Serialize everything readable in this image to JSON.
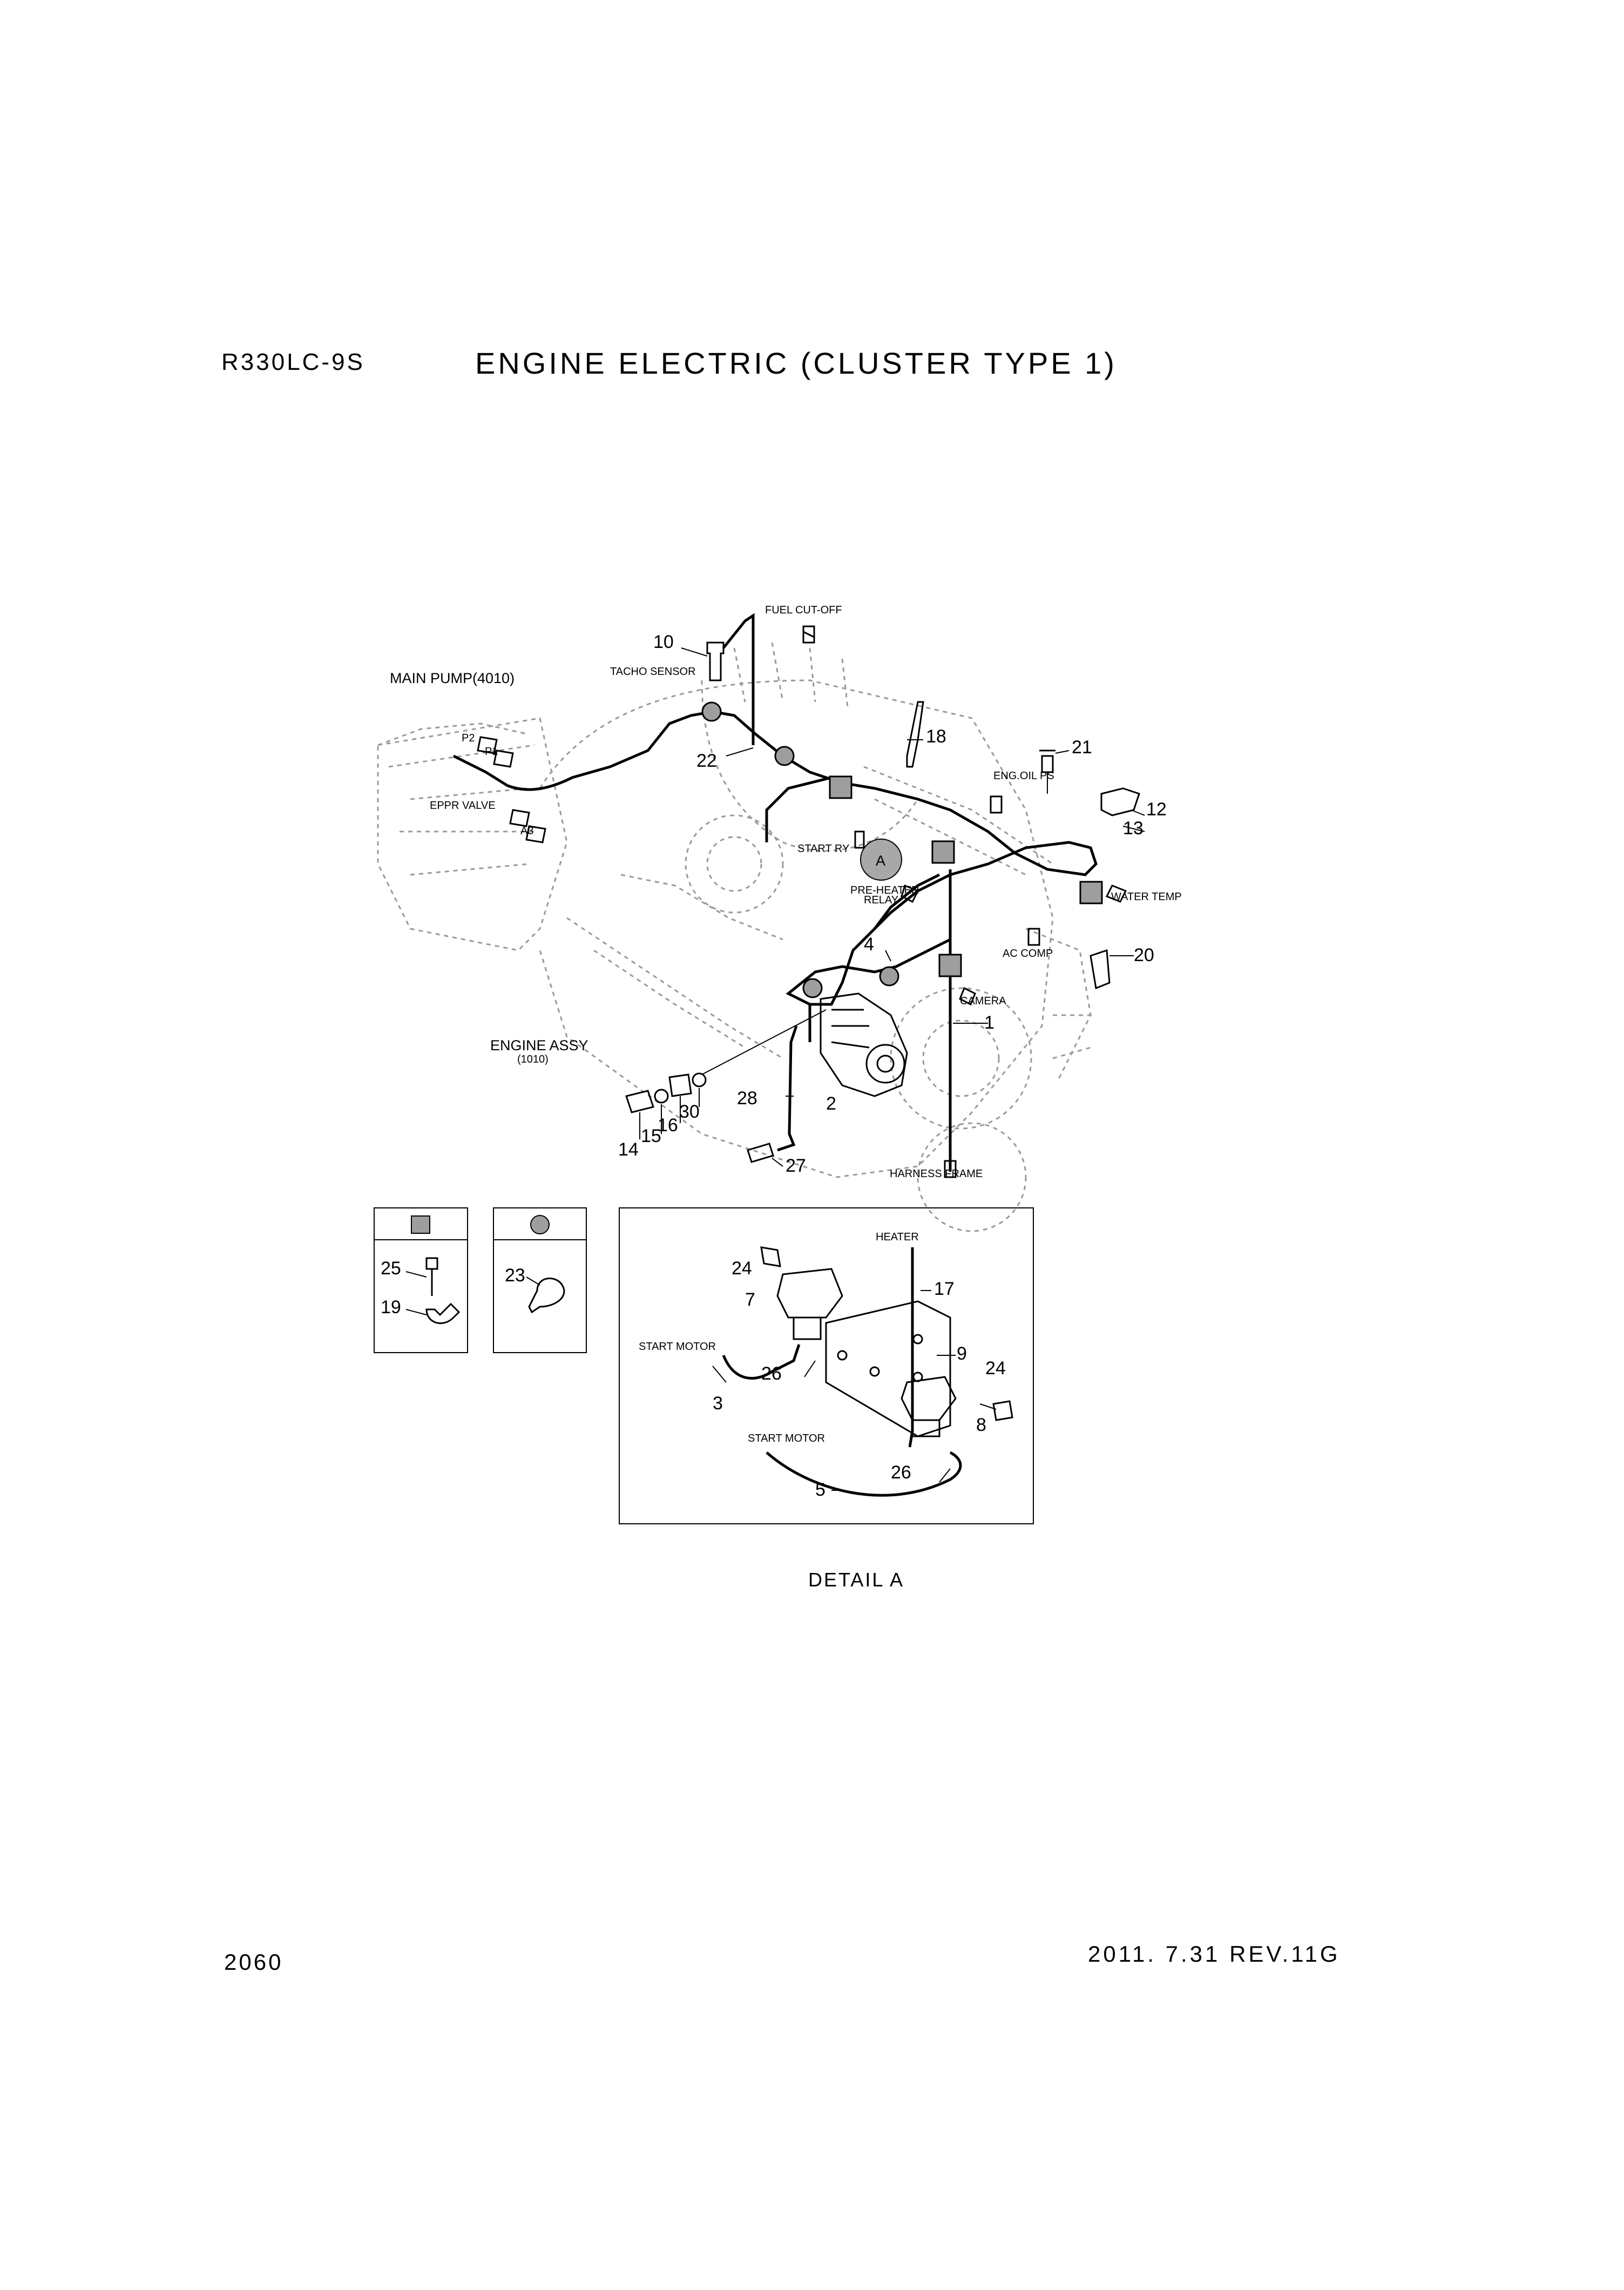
{
  "header": {
    "model": "R330LC-9S",
    "title": "ENGINE ELECTRIC (CLUSTER TYPE 1)"
  },
  "footer": {
    "page_number": "2060",
    "revision": "2011. 7.31  REV.11G"
  },
  "labels": {
    "fuel_cut_off": "FUEL CUT-OFF",
    "tacho_sensor": "TACHO SENSOR",
    "main_pump": "MAIN PUMP(4010)",
    "p2": "P2",
    "p1": "P1",
    "eppr_valve": "EPPR VALVE",
    "a3": "A3",
    "eng_oil_ps": "ENG.OIL PS",
    "start_ry": "START RY",
    "detail_marker": "A",
    "pre_heater_relay_1": "PRE-HEATER",
    "pre_heater_relay_2": "RELAY",
    "water_temp": "WATER TEMP",
    "ac_comp": "AC COMP",
    "camera": "CAMERA",
    "engine_assy_1": "ENGINE ASSY",
    "engine_assy_2": "(1010)",
    "harness_frame": "HARNESS FRAME",
    "heater": "HEATER",
    "start_motor_1": "START MOTOR",
    "start_motor_2": "START MOTOR",
    "detail_a": "DETAIL A"
  },
  "callouts": {
    "c1": "1",
    "c2": "2",
    "c3": "3",
    "c4": "4",
    "c5": "5",
    "c7": "7",
    "c8": "8",
    "c9": "9",
    "c10": "10",
    "c12": "12",
    "c13": "13",
    "c14": "14",
    "c15": "15",
    "c16": "16",
    "c17": "17",
    "c18": "18",
    "c19": "19",
    "c20": "20",
    "c21": "21",
    "c22": "22",
    "c23": "23",
    "c24a": "24",
    "c24b": "24",
    "c25": "25",
    "c26a": "26",
    "c26b": "26",
    "c27": "27",
    "c28": "28",
    "c30": "30"
  },
  "legend": {
    "square_marker_parts": [
      "25",
      "19"
    ],
    "circle_marker_parts": [
      "23"
    ]
  }
}
